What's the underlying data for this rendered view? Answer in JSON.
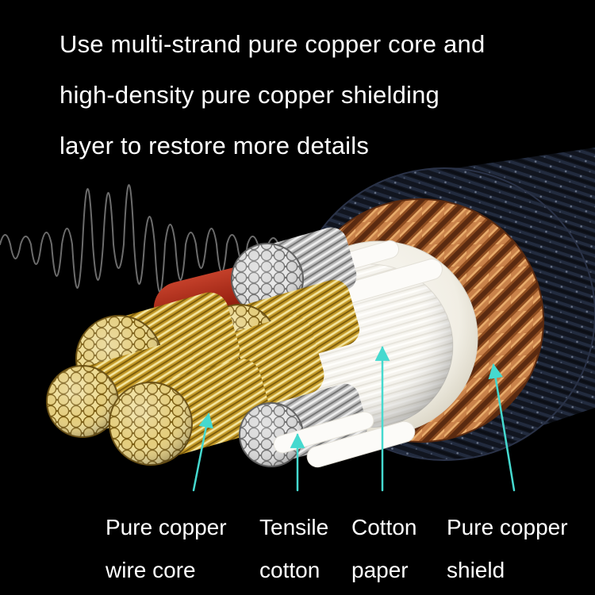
{
  "title": {
    "line1": "Use multi-strand pure copper core and",
    "line2": "high-density pure copper shielding",
    "line3": "layer to restore more details"
  },
  "callouts": [
    {
      "line1": "Pure copper",
      "line2": "wire core"
    },
    {
      "line1": "Tensile",
      "line2": "cotton"
    },
    {
      "line1": "Cotton",
      "line2": "paper"
    },
    {
      "line1": "Pure copper",
      "line2": "shield"
    }
  ],
  "colors": {
    "background": "#000000",
    "text": "#ffffff",
    "arrow_accent": "#45d9cf",
    "waveform_gray": "#7f7f7f",
    "copper_braid": "#b87333",
    "gold_wire": "#e2c36a",
    "insulation_red": "#9c2413",
    "jacket_navy": "#141a28",
    "cotton_white": "#f4f2ec"
  }
}
